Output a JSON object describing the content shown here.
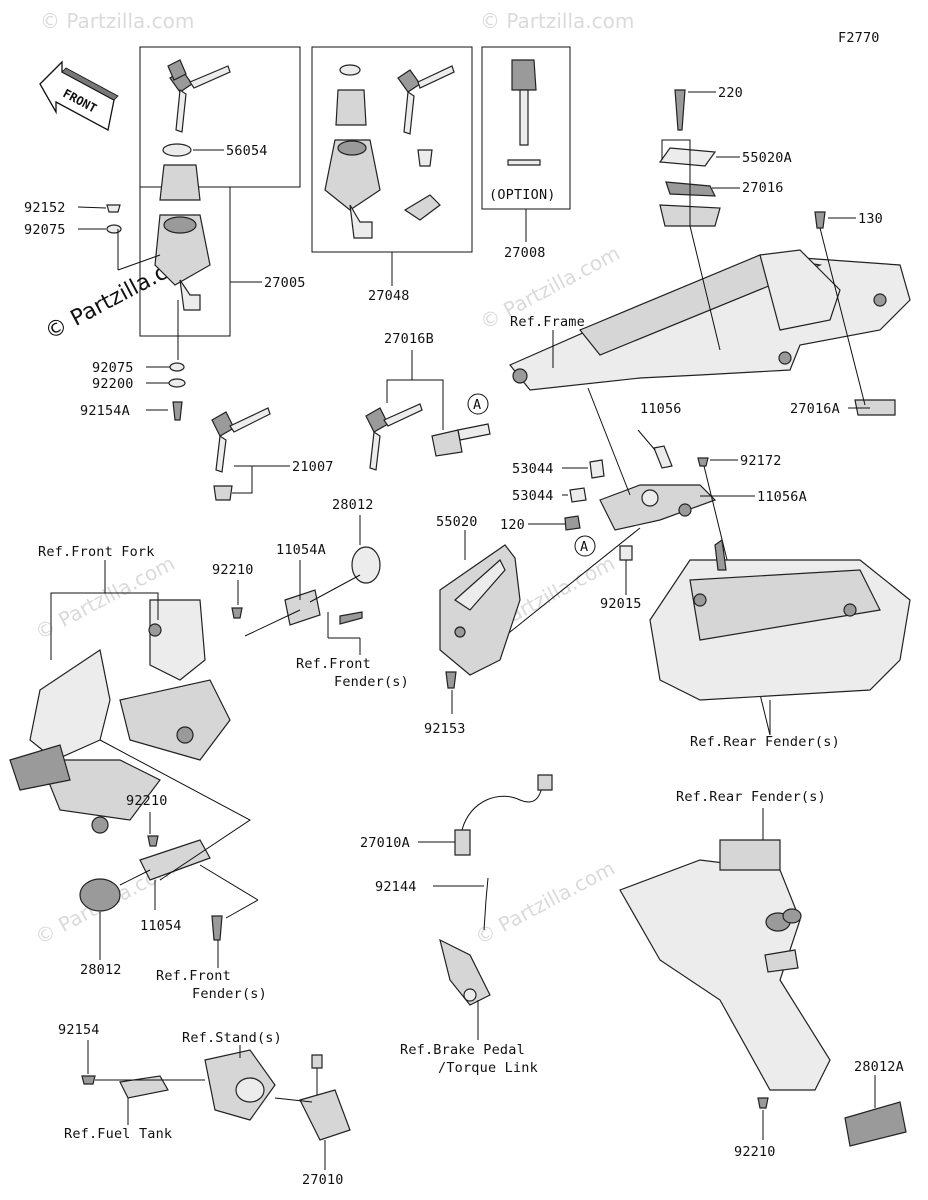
{
  "diagram_code": "F2770",
  "front_label": "FRONT",
  "watermark": "© Partzilla.com",
  "option_label": "(OPTION)",
  "point_marker": "A",
  "parts": {
    "p220": "220",
    "p55020A": "55020A",
    "p27016": "27016",
    "p130": "130",
    "p27016A": "27016A",
    "p56054": "56054",
    "p92152": "92152",
    "p92075a": "92075",
    "p27005": "27005",
    "p92075b": "92075",
    "p92200": "92200",
    "p92154A": "92154A",
    "p27048": "27048",
    "p27008": "27008",
    "p27016B": "27016B",
    "p21007": "21007",
    "p11056": "11056",
    "p92172": "92172",
    "p53044a": "53044",
    "p53044b": "53044",
    "p11056A": "11056A",
    "p120": "120",
    "p28012a": "28012",
    "p55020": "55020",
    "p92015": "92015",
    "p11054A": "11054A",
    "p92210a": "92210",
    "p92153": "92153",
    "p92210b": "92210",
    "p11054": "11054",
    "p28012b": "28012",
    "p27010A": "27010A",
    "p92144": "92144",
    "p92154": "92154",
    "p27010": "27010",
    "p28012A": "28012A",
    "p92210c": "92210"
  },
  "refs": {
    "frame": "Ref.Frame",
    "front_fork": "Ref.Front Fork",
    "front_fender_1a": "Ref.Front",
    "front_fender_1b": "Fender(s)",
    "front_fender_2a": "Ref.Front",
    "front_fender_2b": "Fender(s)",
    "rear_fender_1": "Ref.Rear Fender(s)",
    "rear_fender_2": "Ref.Rear Fender(s)",
    "brake_pedal_a": "Ref.Brake Pedal",
    "brake_pedal_b": "/Torque Link",
    "stand": "Ref.Stand(s)",
    "fuel_tank": "Ref.Fuel Tank"
  }
}
